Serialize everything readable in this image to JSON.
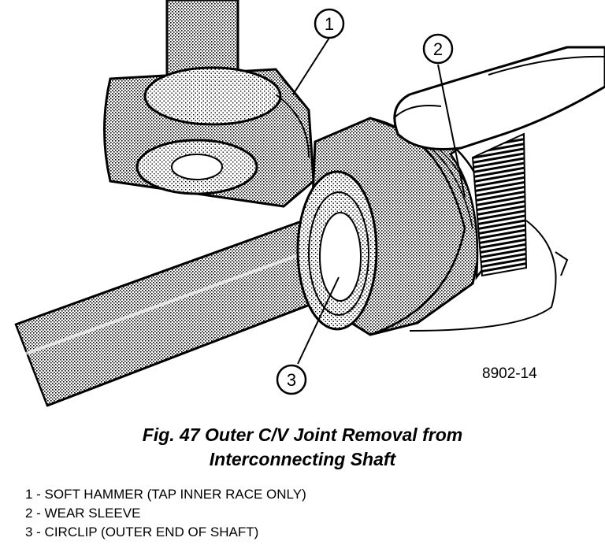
{
  "figure": {
    "callouts": [
      "1",
      "2",
      "3"
    ],
    "code": "8902-14"
  },
  "caption": {
    "line1": "Fig. 47 Outer C/V Joint Removal from",
    "line2": "Interconnecting Shaft"
  },
  "legend": [
    "1 - SOFT HAMMER (TAP INNER RACE ONLY)",
    "2 - WEAR SLEEVE",
    "3 - CIRCLIP (OUTER END OF SHAFT)"
  ]
}
